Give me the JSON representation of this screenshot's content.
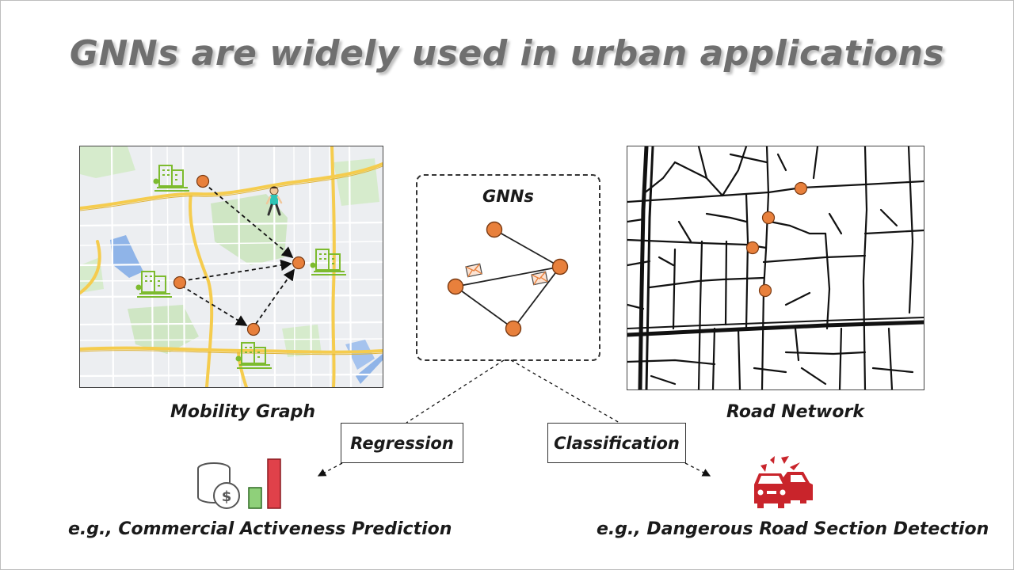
{
  "slide": {
    "title": "GNNs are widely used in urban applications"
  },
  "mobility_graph": {
    "caption": "Mobility Graph"
  },
  "gnn_box": {
    "title": "GNNs"
  },
  "road_network": {
    "caption": "Road Network"
  },
  "tasks": {
    "regression": {
      "label": "Regression",
      "example": "e.g., Commercial Activeness Prediction"
    },
    "classification": {
      "label": "Classification",
      "example": "e.g., Dangerous Road Section Detection"
    }
  },
  "icons": {
    "building": "building-icon",
    "person": "walking-person-icon",
    "message": "message-envelope-icon",
    "money": "coin-stack-dollar-icon",
    "bars": "bar-chart-icon",
    "crash": "car-crash-icon"
  },
  "colors": {
    "node": "#e8803c",
    "building": "#7dbb2f",
    "map_green": "#cfe6c4",
    "map_water": "#8fb4e8",
    "map_road_major": "#f5cc4e",
    "bar_green": "#8fd07a",
    "bar_red": "#e0414a",
    "crash_red": "#c9242b"
  }
}
